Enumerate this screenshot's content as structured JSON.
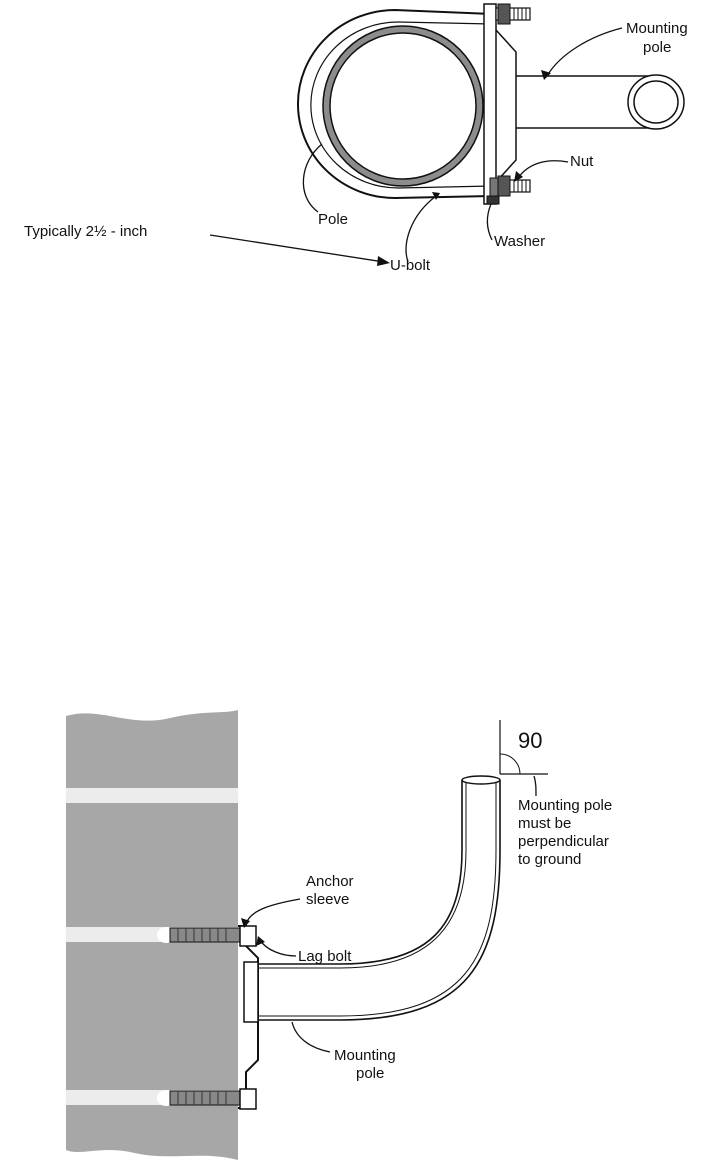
{
  "top_diagram": {
    "labels": {
      "mounting_pole": [
        "Mounting",
        "pole"
      ],
      "nut": "Nut",
      "washer": "Washer",
      "pole": "Pole",
      "u_bolt": "U-bolt",
      "typical_size": "Typically 2½ - inch"
    }
  },
  "bottom_diagram": {
    "labels": {
      "angle": "90",
      "perpendicular_note": [
        "Mounting pole",
        "must be",
        "perpendicular",
        "to ground"
      ],
      "anchor_sleeve": [
        "Anchor",
        "sleeve"
      ],
      "lag_bolt": "Lag bolt",
      "mounting_pole": [
        "Mounting",
        "pole"
      ]
    }
  },
  "colors": {
    "wall": "#a7a7a7",
    "mortar": "#ececec",
    "pole_ring": "#8c8c8c",
    "line": "#111111"
  }
}
